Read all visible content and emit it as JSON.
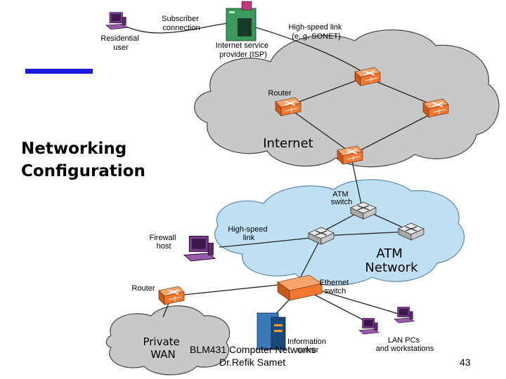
{
  "slide": {
    "title_line1": "Networking",
    "title_line2": "Configuration",
    "footer_course": "BLM431 Computer Networks",
    "footer_author": "Dr.Refik Samet",
    "page_number": "43"
  },
  "diagram": {
    "labels": {
      "residential_l1": "Residential",
      "residential_l2": "user",
      "subscriber_l1": "Subscriber",
      "subscriber_l2": "connection",
      "hslink_top_l1": "High-speed link",
      "hslink_top_l2": "(e. g. SONET)",
      "isp_l1": "Internet service",
      "isp_l2": "provider (ISP)",
      "router_inet": "Router",
      "internet": "Internet",
      "atm_switch_l1": "ATM",
      "atm_switch_l2": "switch",
      "firewall_l1": "Firewall",
      "firewall_l2": "host",
      "hslink_mid_l1": "High-speed",
      "hslink_mid_l2": "link",
      "atm_network_l1": "ATM",
      "atm_network_l2": "Network",
      "router_lan": "Router",
      "ethernet_l1": "Ethernet",
      "ethernet_l2": "switch",
      "private_l1": "Private",
      "private_l2": "WAN",
      "info_l1": "Information",
      "info_l2": "server",
      "lan_l1": "LAN PCs",
      "lan_l2": "and workstations"
    }
  },
  "colors": {
    "cloud_internet": "#c8c8c8",
    "cloud_atm": "#bfe0f2",
    "router_orange": "#f07830",
    "title_bar": "#1a1adb"
  }
}
